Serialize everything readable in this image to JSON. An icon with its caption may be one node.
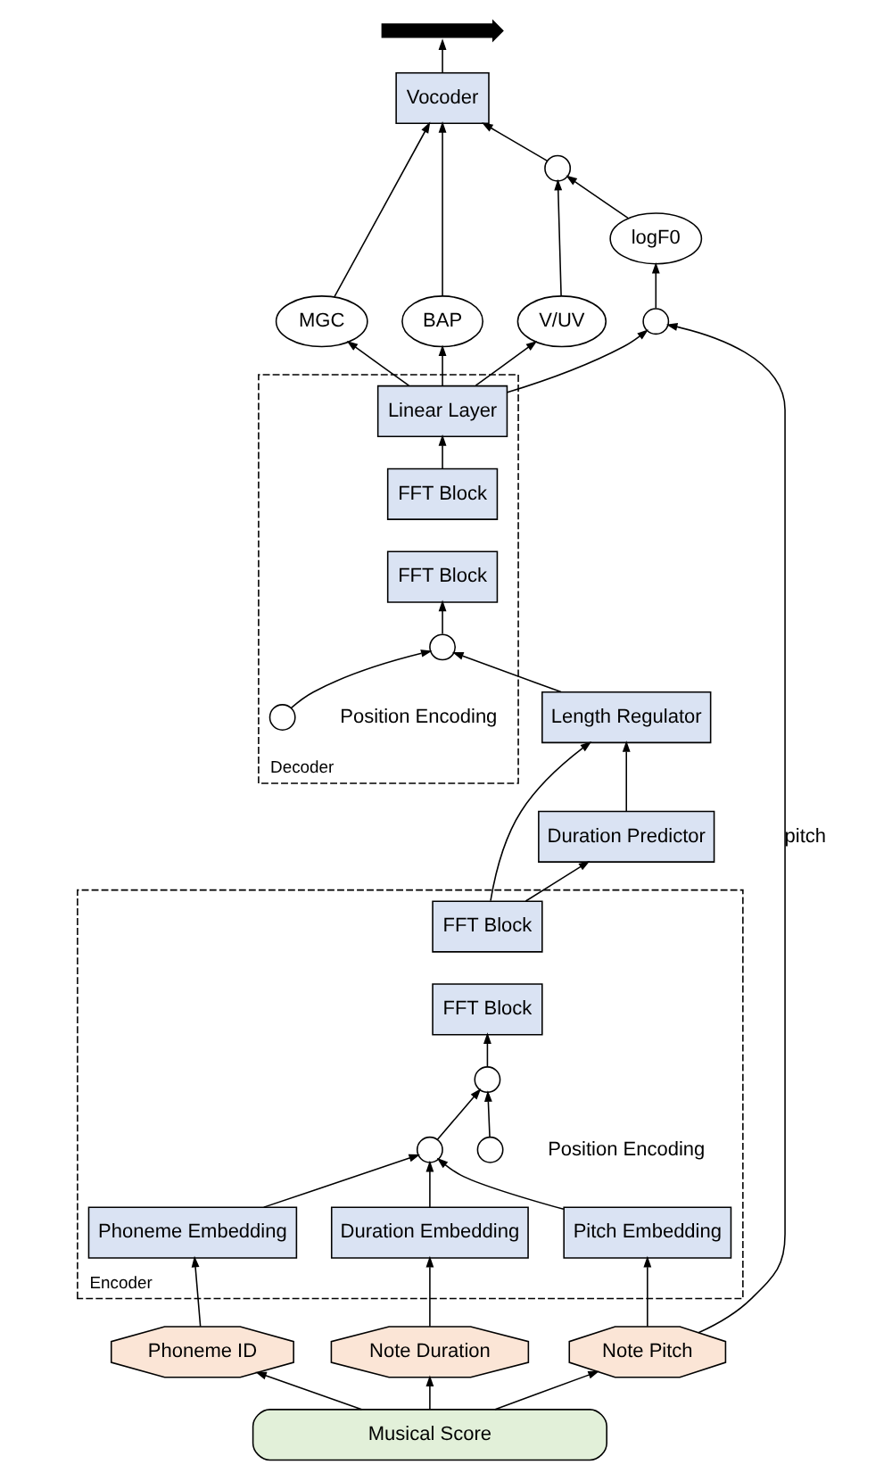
{
  "diagram": {
    "nodes": [
      {
        "text": [],
        "shape": "picture"
      },
      {
        "text": [
          "Vocoder"
        ]
      },
      {
        "text": [],
        "shape": "circle"
      },
      {
        "text": [
          "MGC"
        ]
      },
      {
        "text": [
          "BAP"
        ]
      },
      {
        "text": [
          "V/UV"
        ]
      },
      {
        "text": [
          "logF0"
        ]
      },
      {
        "text": [],
        "shape": "circle"
      },
      {
        "text": [
          "Decoder"
        ]
      },
      {
        "text": [
          "Linear Layer"
        ],
        "in": 8
      },
      {
        "text": [
          "FFT Block"
        ],
        "in": 8
      },
      {
        "text": [
          "FFT Block"
        ],
        "in": 8
      },
      {
        "text": [],
        "shape": "circle",
        "in": 8
      },
      {
        "text": [],
        "shape": "circle",
        "in": 8,
        "beside": [
          "Position Encoding"
        ]
      },
      {
        "text": [
          "Length Regulator"
        ]
      },
      {
        "text": [
          "Duration Predictor"
        ]
      },
      {
        "text": [
          "Encoder"
        ]
      },
      {
        "text": [
          "FFT Block"
        ],
        "in": 16
      },
      {
        "text": [
          "FFT Block"
        ],
        "in": 16
      },
      {
        "text": [],
        "shape": "circle",
        "in": 16
      },
      {
        "text": [],
        "shape": "circle",
        "in": 16,
        "beside": [
          "Position Encoding"
        ]
      },
      {
        "text": [],
        "shape": "circle",
        "in": 16
      },
      {
        "text": [
          "Phoneme Embedding"
        ],
        "in": 16
      },
      {
        "text": [
          "Duration Embedding"
        ],
        "in": 16
      },
      {
        "text": [
          "Pitch Embedding"
        ],
        "in": 16
      },
      {
        "text": [
          "Phoneme ID"
        ]
      },
      {
        "text": [
          "Note Duration"
        ]
      },
      {
        "text": [
          "Note Pitch"
        ]
      },
      {
        "text": [
          "Musical Score"
        ]
      }
    ],
    "edges": [
      {
        "from": 1,
        "to": 0,
        "arrow": "to"
      },
      {
        "from": 3,
        "to": 1,
        "arrow": "to"
      },
      {
        "from": 4,
        "to": 1,
        "arrow": "to"
      },
      {
        "from": 2,
        "to": 1,
        "arrow": "to"
      },
      {
        "from": 5,
        "to": 2,
        "arrow": "to"
      },
      {
        "from": 6,
        "to": 2,
        "arrow": "to"
      },
      {
        "from": 7,
        "to": 6,
        "arrow": "to"
      },
      {
        "from": 27,
        "to": 7,
        "arrow": "to",
        "label": "pitch"
      },
      {
        "from": 9,
        "to": 3,
        "arrow": "to"
      },
      {
        "from": 9,
        "to": 4,
        "arrow": "to"
      },
      {
        "from": 9,
        "to": 5,
        "arrow": "to"
      },
      {
        "from": 9,
        "to": 7,
        "arrow": "to"
      },
      {
        "from": 10,
        "to": 9,
        "arrow": "to"
      },
      {
        "from": 12,
        "to": 11,
        "arrow": "to"
      },
      {
        "from": 13,
        "to": 12,
        "arrow": "to"
      },
      {
        "from": 14,
        "to": 12,
        "arrow": "to"
      },
      {
        "from": 15,
        "to": 14,
        "arrow": "to"
      },
      {
        "from": 17,
        "to": 14,
        "arrow": "to"
      },
      {
        "from": 17,
        "to": 15,
        "arrow": "to"
      },
      {
        "from": 19,
        "to": 18,
        "arrow": "to"
      },
      {
        "from": 20,
        "to": 19,
        "arrow": "to"
      },
      {
        "from": 21,
        "to": 19,
        "arrow": "to"
      },
      {
        "from": 22,
        "to": 21,
        "arrow": "to"
      },
      {
        "from": 23,
        "to": 21,
        "arrow": "to"
      },
      {
        "from": 24,
        "to": 21,
        "arrow": "to"
      },
      {
        "from": 25,
        "to": 22,
        "arrow": "to"
      },
      {
        "from": 26,
        "to": 23,
        "arrow": "to"
      },
      {
        "from": 27,
        "to": 24,
        "arrow": "to"
      },
      {
        "from": 28,
        "to": 25,
        "arrow": "to"
      },
      {
        "from": 28,
        "to": 26,
        "arrow": "to"
      },
      {
        "from": 28,
        "to": 27,
        "arrow": "to"
      }
    ]
  }
}
